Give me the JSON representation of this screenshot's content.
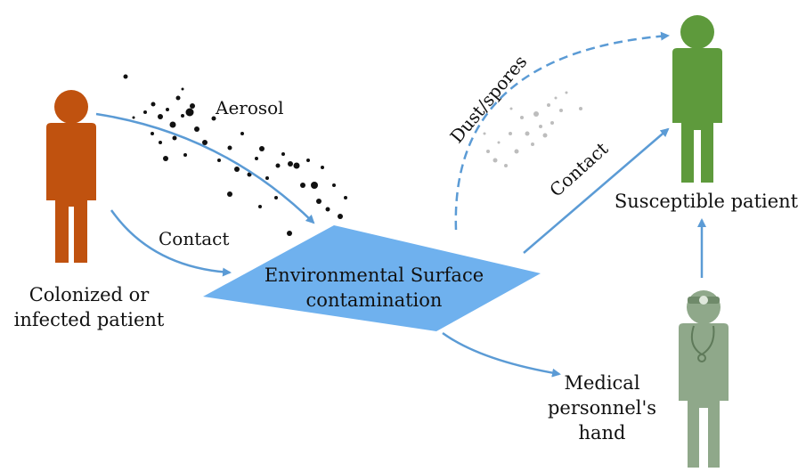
{
  "labels": {
    "source_line1": "Colonized or",
    "source_line2": "infected patient",
    "aerosol": "Aerosol",
    "contact_left": "Contact",
    "surface_line1": "Environmental Surface",
    "surface_line2": "contamination",
    "dust": "Dust/spores",
    "contact_right": "Contact",
    "target": "Susceptible patient",
    "hand_line1": "Medical",
    "hand_line2": "personnel's",
    "hand_line3": "hand"
  },
  "colors": {
    "source_patient": "#c0520f",
    "susceptible_patient": "#5e9a3c",
    "medical_personnel": "#8fa88a",
    "surface": "#6fb1ee",
    "arrows": "#5b9bd5",
    "aerosol_particles": "#111111",
    "dust_particles": "#bdbdbd"
  },
  "icons": {
    "source_patient": "person-icon",
    "susceptible_patient": "person-icon",
    "medical_personnel": "doctor-icon"
  }
}
